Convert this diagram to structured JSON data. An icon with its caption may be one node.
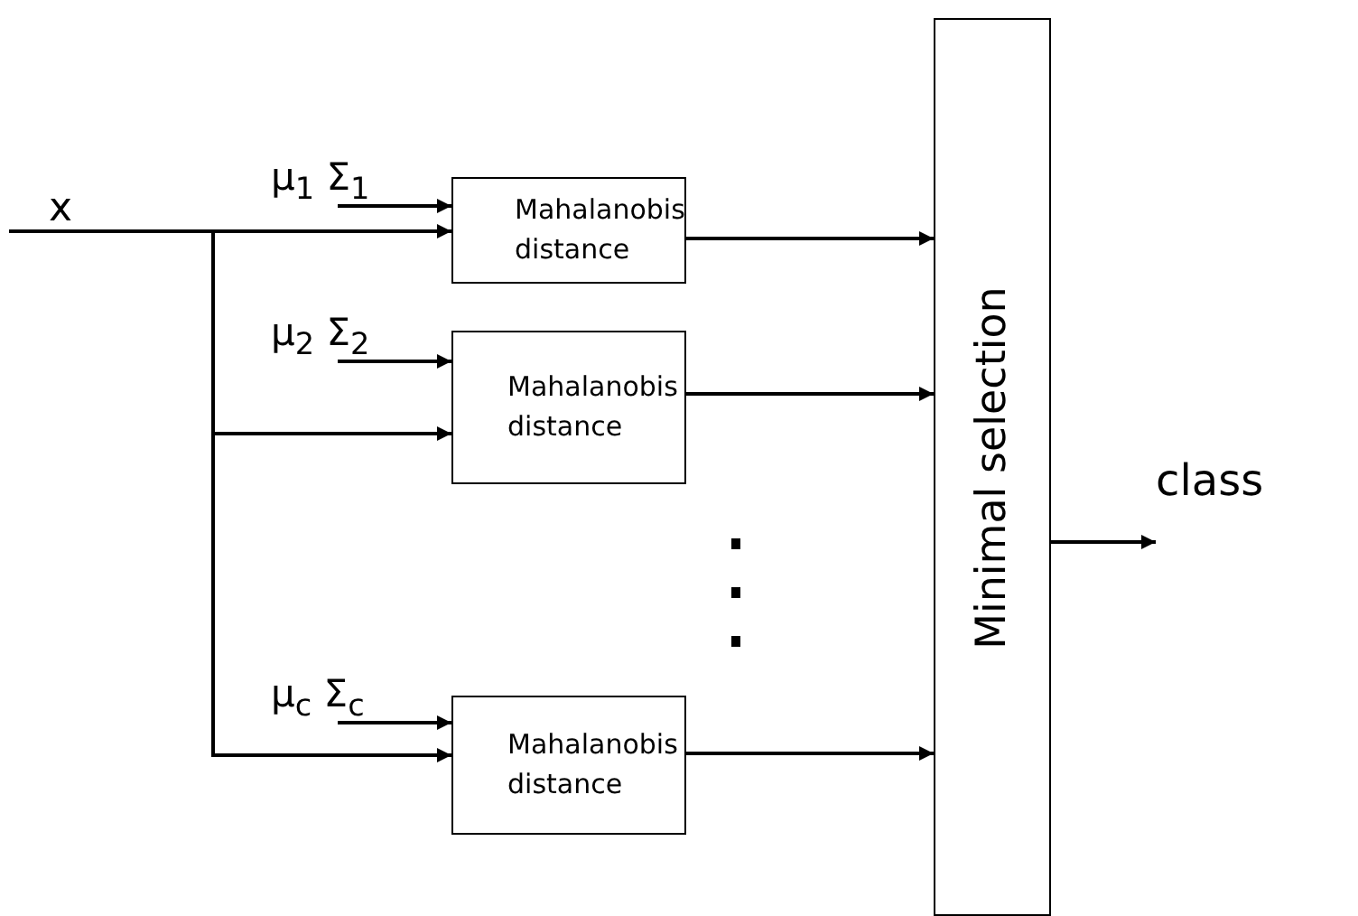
{
  "diagram": {
    "nodes": [
      {
        "text": [
          "x"
        ]
      },
      {
        "text": [
          "Mahalanobis distance"
        ]
      },
      {
        "text": [
          "Mahalanobis distance"
        ]
      },
      {
        "text": [
          "Mahalanobis distance"
        ]
      },
      {
        "text": [
          "Minimal selection"
        ]
      },
      {
        "text": [
          "class"
        ]
      }
    ],
    "edges": [
      {
        "from": 0,
        "to": 1,
        "arrow": "to"
      },
      {
        "from": 0,
        "to": 2,
        "arrow": "to"
      },
      {
        "from": 0,
        "to": 3,
        "arrow": "to"
      },
      {
        "from": null,
        "to": 1,
        "arrow": "to",
        "label": "μ$_{1}$ Σ$_{1}$"
      },
      {
        "from": null,
        "to": 2,
        "arrow": "to",
        "label": "μ$_{2}$ Σ$_{2}$"
      },
      {
        "from": null,
        "to": 3,
        "arrow": "to",
        "label": "μ$_{c}$ Σ$_{c}$"
      },
      {
        "from": 1,
        "to": 4,
        "arrow": "to"
      },
      {
        "from": 2,
        "to": 4,
        "arrow": "to"
      },
      {
        "from": 3,
        "to": 4,
        "arrow": "to"
      },
      {
        "from": 4,
        "to": 5,
        "arrow": "to"
      }
    ]
  }
}
